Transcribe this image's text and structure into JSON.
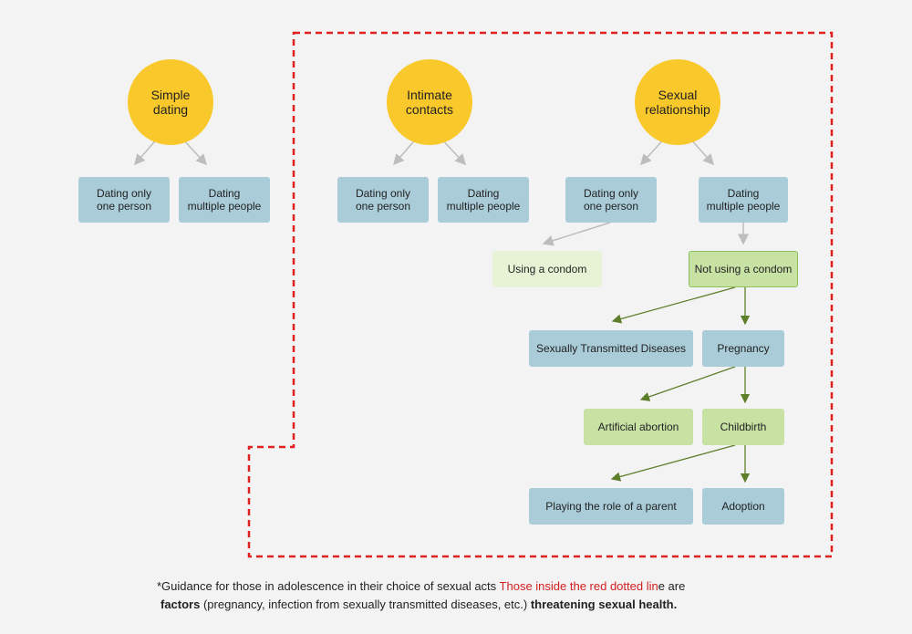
{
  "groups": [
    {
      "category": "Simple dating",
      "options": [
        "Dating only one person",
        "Dating multiple people"
      ]
    },
    {
      "category": "Intimate contacts",
      "options": [
        "Dating only one person",
        "Dating multiple people"
      ]
    },
    {
      "category": "Sexual relationship",
      "options": [
        "Dating only one person",
        "Dating multiple people"
      ]
    }
  ],
  "outcomes": {
    "using_condom": "Using a condom",
    "not_using_condom": "Not using a condom",
    "std": "Sexually Transmitted Diseases",
    "pregnancy": "Pregnancy",
    "artificial_abortion": "Artificial abortion",
    "childbirth": "Childbirth",
    "parent_role": "Playing the role of a parent",
    "adoption": "Adoption"
  },
  "labels": {
    "circle_simple": "Simple\ndating",
    "circle_intimate": "Intimate\ncontacts",
    "circle_sexual": "Sexual\nrelationship",
    "one_person": "Dating only\none person",
    "multiple_people": "Dating\nmultiple people"
  },
  "footnote": {
    "prefix": "*Guidance for those in adolescence in their choice of sexual acts ",
    "highlight": "Those inside the red dotted lin",
    "middle": "e are",
    "line2_start": "factors",
    "line2_paren": " (pregnancy, infection from sexually transmitted diseases, etc.) ",
    "line2_end": "threatening sexual health."
  },
  "colors": {
    "circle": "#f9c82a",
    "box_blue": "#a9ccd8",
    "box_light_green": "#e8f3d6",
    "box_green": "#c8e2a4",
    "dotted_border": "#e0201f",
    "arrow_gray": "#bdbdbd",
    "arrow_green": "#5e7f2a"
  }
}
